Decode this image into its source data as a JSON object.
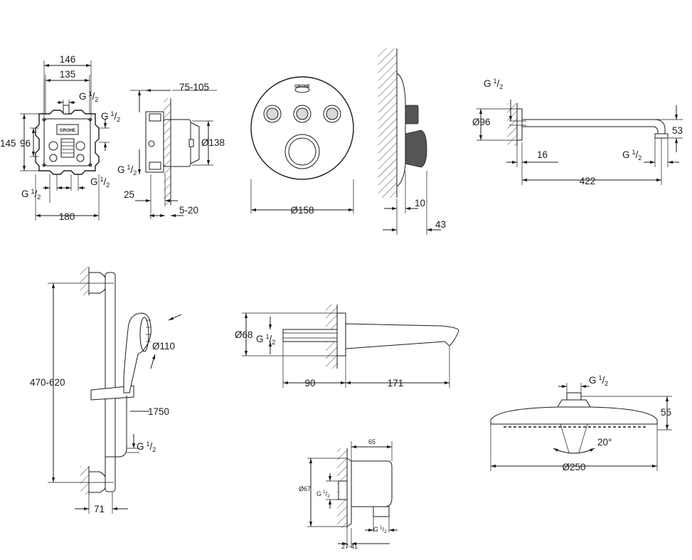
{
  "brand": "GROHE",
  "box": {
    "w_outer": "146",
    "w_inner": "135",
    "thread_top": "G",
    "h_outer": "145",
    "h_inner": "96",
    "thread_right": "G",
    "thread_bl": "G",
    "thread_br": "G",
    "w_bottom": "180"
  },
  "box_side": {
    "depth": "75-105",
    "dia": "Ø138",
    "thread": "G",
    "off": "25",
    "gap": "5-20"
  },
  "front": {
    "dia": "Ø158"
  },
  "side": {
    "d1": "10",
    "d2": "43"
  },
  "arm": {
    "thread_top": "G",
    "dia": "Ø96",
    "d16": "16",
    "thread_end": "G",
    "drop": "53",
    "len": "422"
  },
  "rail": {
    "h": "470-620",
    "head": "Ø110",
    "hose": "1750",
    "thread": "G",
    "wall": "71"
  },
  "spout": {
    "dia": "Ø68",
    "thread": "G",
    "d90": "90",
    "d171": "171"
  },
  "elbow": {
    "w": "65",
    "dia": "Ø67",
    "thread": "G",
    "thread2": "G",
    "range": "27-41"
  },
  "head": {
    "thread": "G",
    "h": "55",
    "ang": "20°",
    "dia": "Ø250"
  },
  "frac": {
    "num": "1",
    "den": "2"
  }
}
